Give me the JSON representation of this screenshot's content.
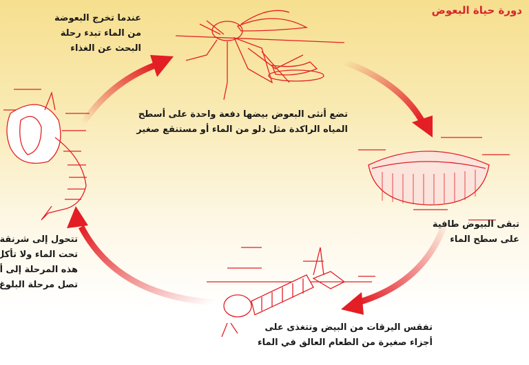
{
  "title": "دورة حياة البعوض",
  "stages": {
    "adult": [
      "عندما تخرج البعوضة",
      "من الماء تبدء رحلة",
      "البحث عن الغذاء"
    ],
    "laying": [
      "تضع أنثى البعوض بيضها دفعة واحدة على أسطح",
      "المياه الراكدة مثل دلو من الماء أو مستنقع صغير"
    ],
    "eggs": [
      "تبقى البيوض طافية",
      "على سطح الماء"
    ],
    "larva": [
      "تفقس اليرقات من البيض وتتغذى على",
      "أجزاء صغيرة من الطعام العالق في الماء"
    ],
    "pupa": [
      "تتحول إلى شرنقة",
      "تحت الماء ولا تأكل في",
      "هذه المرحلة إلى أن",
      "تصل مرحلة البلوغ"
    ]
  },
  "colors": {
    "accent": "#e31e24",
    "text": "#1a1a1a"
  }
}
